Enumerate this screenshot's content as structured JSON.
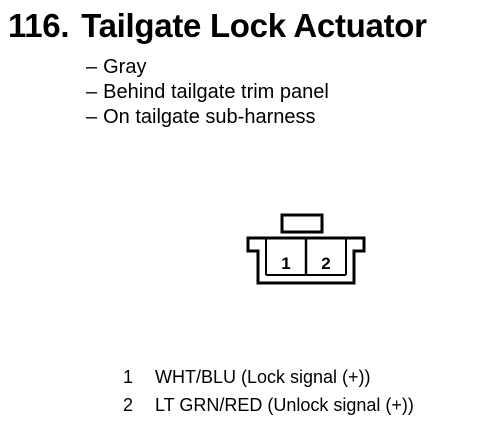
{
  "component": {
    "number": "116.",
    "title": "Tailgate Lock Actuator"
  },
  "notes": [
    "Gray",
    "Behind tailgate trim panel",
    "On tailgate sub-harness"
  ],
  "note_prefix": "–",
  "connector": {
    "cavities": [
      "1",
      "2"
    ]
  },
  "pinout": [
    {
      "pin": "1",
      "description": "WHT/BLU (Lock signal (+))"
    },
    {
      "pin": "2",
      "description": "LT GRN/RED (Unlock signal (+))"
    }
  ]
}
